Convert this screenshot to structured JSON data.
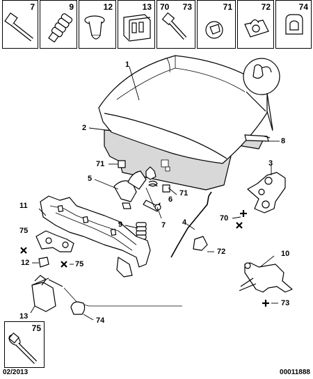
{
  "parts_strip": [
    {
      "ref": "7",
      "icon": "bolt-icon"
    },
    {
      "ref": "9",
      "icon": "rubber-buffer-icon"
    },
    {
      "ref": "12",
      "icon": "push-clip-icon"
    },
    {
      "ref": "13",
      "icon": "connector-clip-icon"
    },
    {
      "ref": "70",
      "ref2": "73",
      "icon": "screw-icon"
    },
    {
      "ref": "71",
      "icon": "cable-clip-icon"
    },
    {
      "ref": "72",
      "icon": "rod-clip-icon"
    },
    {
      "ref": "74",
      "icon": "hook-clip-icon"
    }
  ],
  "callouts": {
    "c1": "1",
    "c2": "2",
    "c3": "3",
    "c4": "4",
    "c5": "5",
    "c6": "6",
    "c7": "7",
    "c8": "8",
    "c9": "9",
    "c10": "10",
    "c11": "11",
    "c12": "12",
    "c13": "13",
    "c70": "70",
    "c71a": "71",
    "c71b": "71",
    "c72": "72",
    "c73": "73",
    "c74": "74",
    "c75a": "75",
    "c75b": "75"
  },
  "detail_box": {
    "ref": "75",
    "icon": "flange-bolt-icon"
  },
  "footer": {
    "date": "02/2013",
    "code": "00011888"
  }
}
